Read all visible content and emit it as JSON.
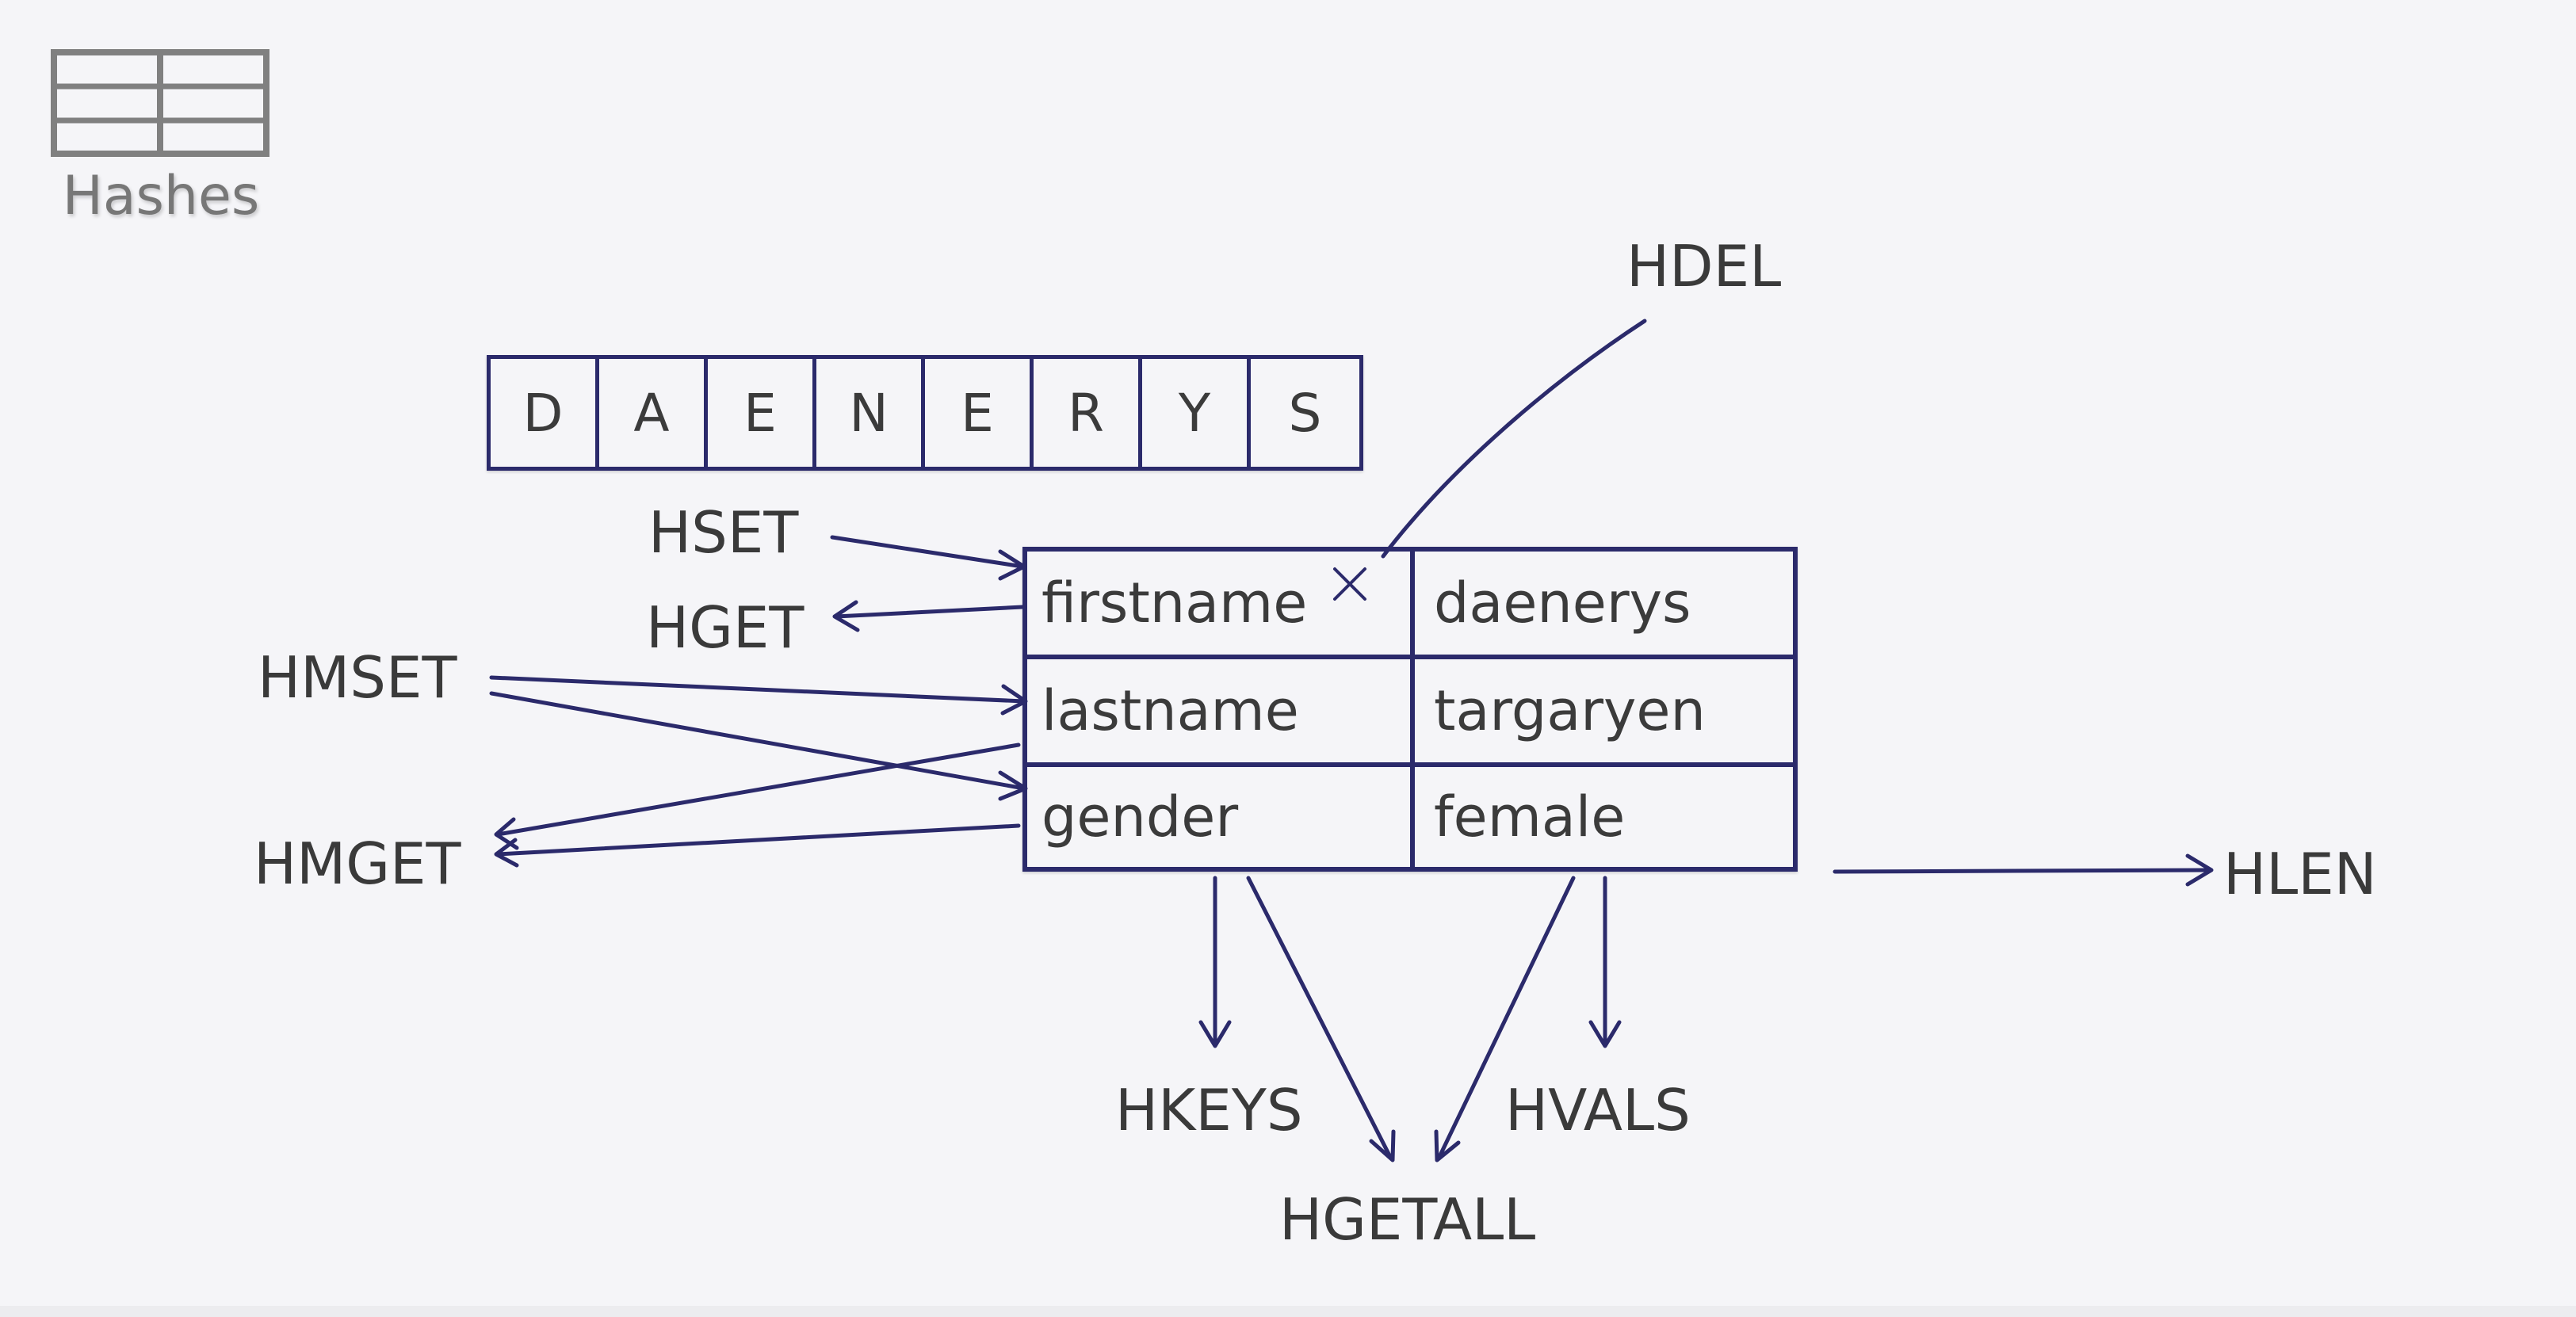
{
  "badge": {
    "icon": "table-grid-icon",
    "label": "Hashes"
  },
  "key_letters": [
    "D",
    "A",
    "E",
    "N",
    "E",
    "R",
    "Y",
    "S"
  ],
  "hash_rows": [
    {
      "field": "firstname",
      "value": "daenerys"
    },
    {
      "field": "lastname",
      "value": "targaryen"
    },
    {
      "field": "gender",
      "value": "female"
    }
  ],
  "commands": {
    "hdel": "HDEL",
    "hset": "HSET",
    "hget": "HGET",
    "hmset": "HMSET",
    "hmget": "HMGET",
    "hlen": "HLEN",
    "hkeys": "HKEYS",
    "hvals": "HVALS",
    "hgetall": "HGETALL"
  },
  "delete_mark": "×",
  "colors": {
    "background": "#f5f5f8",
    "box_border": "#2b2a6b",
    "arrow": "#2b2a6b",
    "badge": "#777777"
  }
}
